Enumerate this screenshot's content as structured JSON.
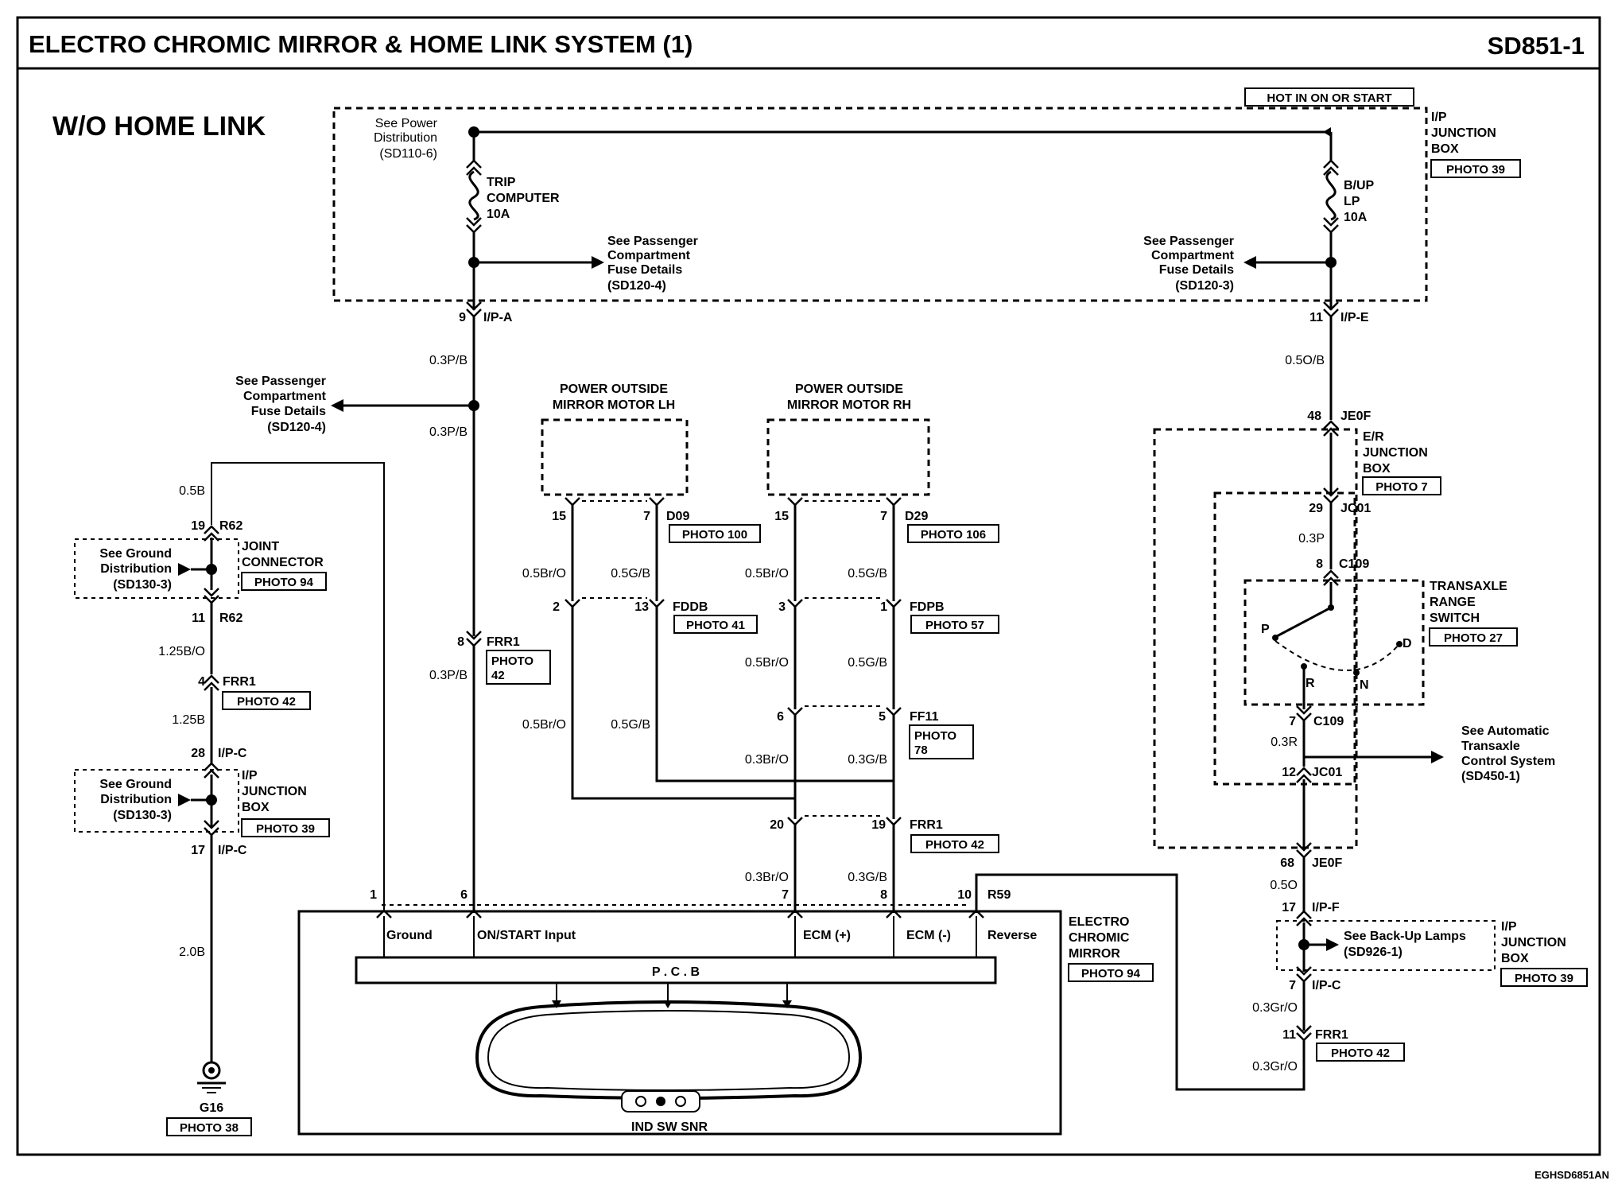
{
  "header": {
    "title": "ELECTRO CHROMIC MIRROR & HOME LINK SYSTEM (1)",
    "code": "SD851-1"
  },
  "section_title": "W/O HOME LINK",
  "hot_label": "HOT IN ON OR START",
  "footer_code": "EGHSD6851AN",
  "ip_junction_top": [
    "I/P",
    "JUNCTION",
    "BOX"
  ],
  "photo_labels": {
    "ip_top": "PHOTO 39",
    "d09": "PHOTO 100",
    "d29": "PHOTO 106",
    "fddb": "PHOTO 41",
    "fdpb": "PHOTO 57",
    "ff11": "PHOTO 78",
    "frr1_left": "PHOTO 42",
    "frr1_center": "PHOTO 42",
    "frr1_mid": "PHOTO 42",
    "frr1_right": "PHOTO 42",
    "joint": "PHOTO 94",
    "ipjb_left": "PHOTO 39",
    "er": "PHOTO 7",
    "trs": "PHOTO 27",
    "mirror": "PHOTO 94",
    "ipjb_right": "PHOTO 39",
    "ground": "PHOTO 38"
  },
  "fuses": {
    "trip": [
      "TRIP",
      "COMPUTER",
      "10A"
    ],
    "bup": [
      "B/UP",
      "LP",
      "10A"
    ]
  },
  "references": {
    "power_dist": [
      "See Power",
      "Distribution",
      "(SD110-6)"
    ],
    "pass_fuse_a": [
      "See Passenger",
      "Compartment",
      "Fuse Details",
      "(SD120-4)"
    ],
    "pass_fuse_b": [
      "See Passenger",
      "Compartment",
      "Fuse Details",
      "(SD120-3)"
    ],
    "pass_fuse_c": [
      "See Passenger",
      "Compartment",
      "Fuse Details",
      "(SD120-4)"
    ],
    "ground_dist_1": [
      "See Ground",
      "Distribution",
      "(SD130-3)"
    ],
    "ground_dist_2": [
      "See Ground",
      "Distribution",
      "(SD130-3)"
    ],
    "auto_trans": [
      "See Automatic",
      "Transaxle",
      "Control System",
      "(SD450-1)"
    ],
    "backup_lamps": [
      "See Back-Up Lamps",
      "(SD926-1)"
    ]
  },
  "components": {
    "mirror_lh": [
      "POWER OUTSIDE",
      "MIRROR MOTOR LH"
    ],
    "mirror_rh": [
      "POWER OUTSIDE",
      "MIRROR MOTOR RH"
    ],
    "joint_connector": [
      "JOINT",
      "CONNECTOR"
    ],
    "ip_jb_left": [
      "I/P",
      "JUNCTION",
      "BOX"
    ],
    "er_jb": [
      "E/R",
      "JUNCTION",
      "BOX"
    ],
    "trs": [
      "TRANSAXLE",
      "RANGE",
      "SWITCH"
    ],
    "ecm": [
      "ELECTRO",
      "CHROMIC",
      "MIRROR"
    ],
    "ip_jb_right": [
      "I/P",
      "JUNCTION",
      "BOX"
    ],
    "ground": "G16",
    "pcb": "P . C . B",
    "mirror_sensors": "IND  SW  SNR"
  },
  "mirror_terminals": {
    "ground": "Ground",
    "on_start": "ON/START Input",
    "ecm_plus": "ECM (+)",
    "ecm_minus": "ECM (-)",
    "reverse": "Reverse"
  },
  "trs_positions": {
    "p": "P",
    "r": "R",
    "n": "N",
    "d": "D"
  },
  "connectors": {
    "ipa": {
      "pin": "9",
      "name": "I/P-A"
    },
    "ipe": {
      "pin": "11",
      "name": "I/P-E"
    },
    "jeof_top": {
      "pin": "48",
      "name": "JE0F"
    },
    "jc01_top": {
      "pin": "29",
      "name": "JC01"
    },
    "c109_top": {
      "pin": "8",
      "name": "C109"
    },
    "c109_bot": {
      "pin": "7",
      "name": "C109"
    },
    "jc01_bot": {
      "pin": "12",
      "name": "JC01"
    },
    "jeof_bot": {
      "pin": "68",
      "name": "JE0F"
    },
    "ipf": {
      "pin": "17",
      "name": "I/P-F"
    },
    "ipc_right": {
      "pin": "7",
      "name": "I/P-C"
    },
    "frr1_right": {
      "pin": "11",
      "name": "FRR1"
    },
    "r62_top": {
      "pin": "19",
      "name": "R62"
    },
    "r62_bot": {
      "pin": "11",
      "name": "R62"
    },
    "frr1_left": {
      "pin": "4",
      "name": "FRR1"
    },
    "ipc_top": {
      "pin": "28",
      "name": "I/P-C"
    },
    "ipc_bot": {
      "pin": "17",
      "name": "I/P-C"
    },
    "frr1_center": {
      "pin": "8",
      "name": "FRR1"
    },
    "d09_a": {
      "pin": "15",
      "name": ""
    },
    "d09_b": {
      "pin": "7",
      "name": "D09"
    },
    "d29_a": {
      "pin": "15",
      "name": ""
    },
    "d29_b": {
      "pin": "7",
      "name": "D29"
    },
    "fddb_a": {
      "pin": "2",
      "name": ""
    },
    "fddb_b": {
      "pin": "13",
      "name": "FDDB"
    },
    "fdpb_a": {
      "pin": "3",
      "name": ""
    },
    "fdpb_b": {
      "pin": "1",
      "name": "FDPB"
    },
    "ff11_a": {
      "pin": "6",
      "name": ""
    },
    "ff11_b": {
      "pin": "5",
      "name": "FF11"
    },
    "frr1_mid_a": {
      "pin": "20",
      "name": ""
    },
    "frr1_mid_b": {
      "pin": "19",
      "name": "FRR1"
    },
    "r59_1": {
      "pin": "1",
      "name": ""
    },
    "r59_6": {
      "pin": "6",
      "name": ""
    },
    "r59_7": {
      "pin": "7",
      "name": ""
    },
    "r59_8": {
      "pin": "8",
      "name": ""
    },
    "r59_10": {
      "pin": "10",
      "name": "R59"
    }
  },
  "wires": {
    "ipa_a": "0.3P/B",
    "ipa_b": "0.3P/B",
    "center_lower": "0.3P/B",
    "ipe": "0.5O/B",
    "jc01_c109": "0.3P",
    "c109_jc01": "0.3R",
    "jeof_ipf": "0.5O",
    "ipc_frr1": "0.3Gr/O",
    "frr1_r59": "0.3Gr/O",
    "left_top": "0.5B",
    "r62_frr1": "1.25B/O",
    "frr1_ipc": "1.25B",
    "ground": "2.0B",
    "lh15_a": "0.5Br/O",
    "lh7_a": "0.5G/B",
    "lh15_b": "0.5Br/O",
    "lh7_b": "0.5G/B",
    "rh15_a": "0.5Br/O",
    "rh7_a": "0.5G/B",
    "rh15_b": "0.5Br/O",
    "rh7_b": "0.5G/B",
    "ff11_a": "0.3Br/O",
    "ff11_b": "0.3G/B",
    "frr1_a": "0.3Br/O",
    "frr1_b": "0.3G/B"
  }
}
